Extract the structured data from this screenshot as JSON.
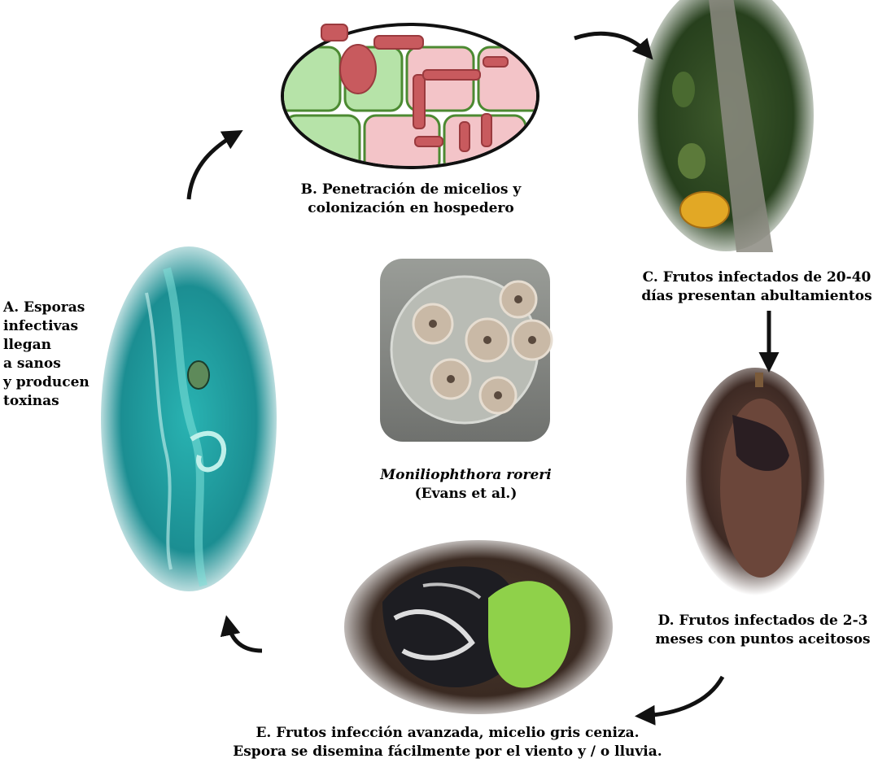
{
  "stages": {
    "a": {
      "lines": [
        "A. Esporas",
        "infectivas",
        "llegan",
        "a sanos",
        "y producen",
        "toxinas"
      ]
    },
    "b": {
      "lines": [
        "B. Penetración de micelios y",
        "colonización en hospedero"
      ]
    },
    "c": {
      "lines": [
        "C. Frutos infectados de 20-40",
        "días presentan abultamientos"
      ]
    },
    "d": {
      "lines": [
        "D. Frutos infectados de 2-3",
        "meses con puntos aceitosos"
      ]
    },
    "e": {
      "lines": [
        "E. Frutos infección avanzada, micelio gris ceniza.",
        "Espora se disemina fácilmente por el viento y / o lluvia."
      ]
    }
  },
  "center": {
    "species": "Moniliophthora roreri",
    "author": "(Evans et al.)"
  },
  "images": [
    {
      "name": "spore-micrograph",
      "description": "cyan"
    },
    {
      "name": "mycelium-cells-diagram",
      "description": "green-pink"
    },
    {
      "name": "cacao-tree-photo",
      "description": "forest"
    },
    {
      "name": "infected-pod-photo",
      "description": "brown"
    },
    {
      "name": "advanced-infection-pod-photo",
      "description": "black-green"
    },
    {
      "name": "petri-dish-photo",
      "description": "grey"
    }
  ],
  "colors": {
    "cell_green": "#b6e3a8",
    "cell_pink": "#f3c4c8",
    "cell_border": "#4c8a32",
    "fungus": "#c85a5e",
    "micro_cyan": "#1f9ea0",
    "arrow": "#111111"
  }
}
